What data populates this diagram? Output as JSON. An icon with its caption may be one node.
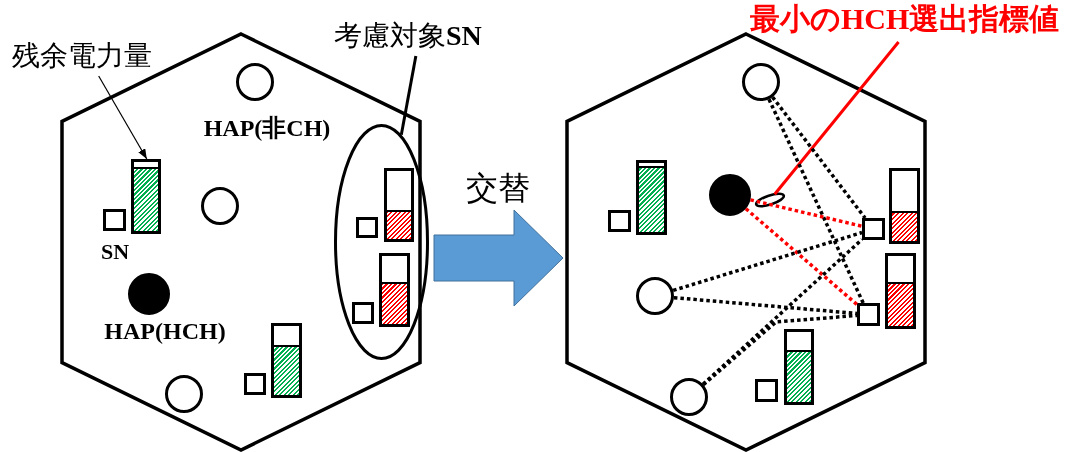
{
  "diagram": {
    "nodes": [
      {
        "text": [],
        "shape": "hexagon"
      },
      {
        "text": [
          "残余電力量"
        ]
      },
      {
        "text": [
          "考慮対象**SN**"
        ]
      },
      {
        "text": [],
        "shape": "circle",
        "in": 0
      },
      {
        "text": [],
        "shape": "bar",
        "in": 0
      },
      {
        "text": [],
        "shape": "box",
        "in": 0
      },
      {
        "text": [],
        "shape": "circle",
        "in": 0
      },
      {
        "text": [],
        "shape": "circle",
        "in": 0
      },
      {
        "text": [],
        "shape": "ellipse"
      },
      {
        "text": [],
        "shape": "bar",
        "in": 8
      },
      {
        "text": [],
        "shape": "box",
        "in": 8
      },
      {
        "text": [],
        "shape": "bar",
        "in": 8
      },
      {
        "text": [],
        "shape": "box",
        "in": 8
      },
      {
        "text": [],
        "shape": "bar",
        "in": 0
      },
      {
        "text": [],
        "shape": "box",
        "in": 0
      },
      {
        "text": [],
        "shape": "circle",
        "in": 0
      },
      {
        "text": [],
        "shape": "hexagon"
      },
      {
        "text": [
          "最小のHCH選出指標値"
        ]
      },
      {
        "text": [],
        "shape": "circle",
        "in": 16
      },
      {
        "text": [],
        "shape": "bar",
        "in": 16
      },
      {
        "text": [],
        "shape": "box",
        "in": 16
      },
      {
        "text": [],
        "shape": "circle",
        "in": 16
      },
      {
        "text": [],
        "shape": "ellipse",
        "in": 16
      },
      {
        "text": [],
        "shape": "box",
        "in": 16
      },
      {
        "text": [],
        "shape": "bar",
        "in": 16
      },
      {
        "text": [],
        "shape": "circle",
        "in": 16
      },
      {
        "text": [],
        "shape": "box",
        "in": 16
      },
      {
        "text": [],
        "shape": "bar",
        "in": 16
      },
      {
        "text": [],
        "shape": "bar",
        "in": 16
      },
      {
        "text": [],
        "shape": "box",
        "in": 16
      },
      {
        "text": [],
        "shape": "circle",
        "in": 16
      }
    ],
    "edges": [
      {
        "from": 1,
        "to": 4,
        "arrow": "to"
      },
      {
        "from": 2,
        "to": 8,
        "arrow": "none"
      },
      {
        "from": 0,
        "to": 16,
        "arrow": "to",
        "label": "交替",
        "style": "thick",
        "color": "#5b9bd5"
      },
      {
        "from": 17,
        "to": 22,
        "arrow": "none",
        "color": "#ff0000"
      },
      {
        "from": 18,
        "to": 23,
        "arrow": "none",
        "style": "dashed"
      },
      {
        "from": 18,
        "to": 26,
        "arrow": "none",
        "style": "dashed"
      },
      {
        "from": 21,
        "to": 23,
        "arrow": "none",
        "style": "dashed",
        "color": "#ff0000"
      },
      {
        "from": 21,
        "to": 26,
        "arrow": "none",
        "style": "dashed",
        "color": "#ff0000"
      },
      {
        "from": 25,
        "to": 23,
        "arrow": "none",
        "style": "dashed"
      },
      {
        "from": 25,
        "to": 26,
        "arrow": "none",
        "style": "dashed"
      },
      {
        "from": 30,
        "to": 23,
        "arrow": "none",
        "style": "dashed"
      },
      {
        "from": 30,
        "to": 26,
        "arrow": "none",
        "style": "dashed"
      }
    ],
    "labels": [
      "HAP(非CH)",
      "SN",
      "HAP(HCH)"
    ]
  }
}
